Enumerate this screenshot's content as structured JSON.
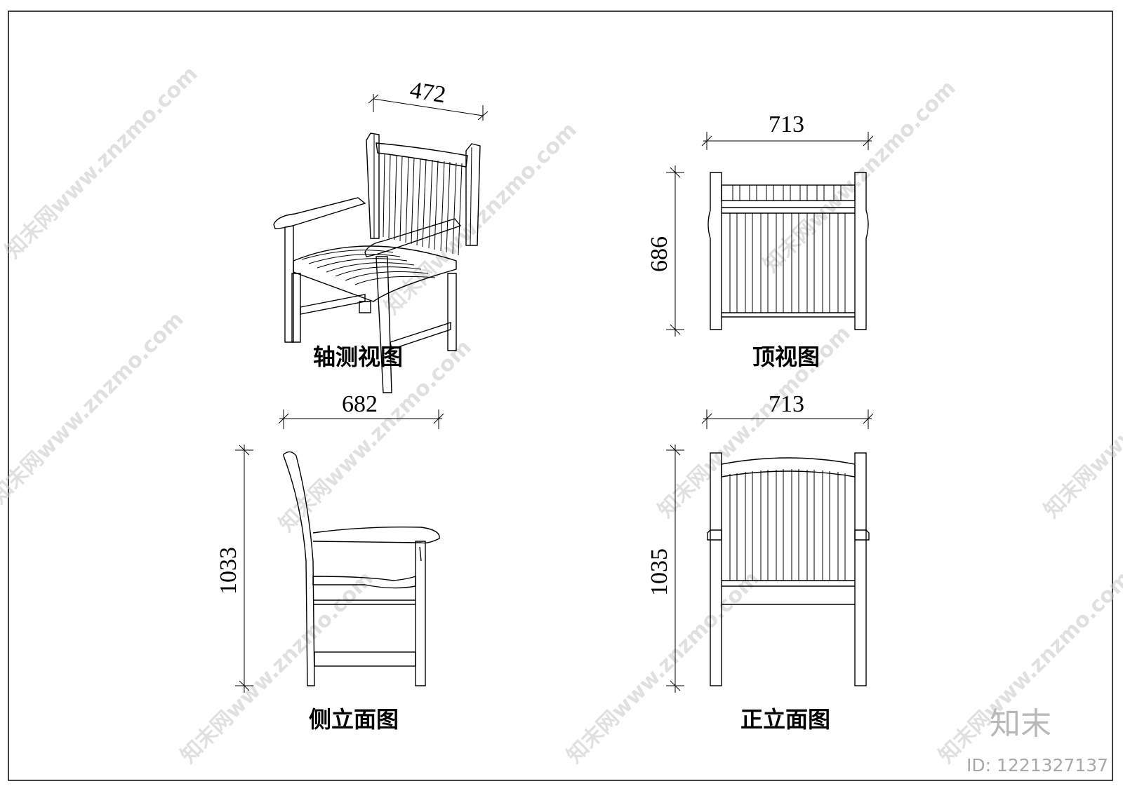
{
  "dimensions": {
    "axonometric_width": "472",
    "top_width": "713",
    "top_depth": "686",
    "side_depth": "682",
    "side_height": "1033",
    "front_width": "713",
    "front_height": "1035"
  },
  "labels": {
    "axonometric": "轴测视图",
    "top": "顶视图",
    "side": "侧立面图",
    "front": "正立面图"
  },
  "watermark": {
    "text": "知末网www.znzmo.com",
    "logo": "知末",
    "id": "ID: 1221327137"
  }
}
